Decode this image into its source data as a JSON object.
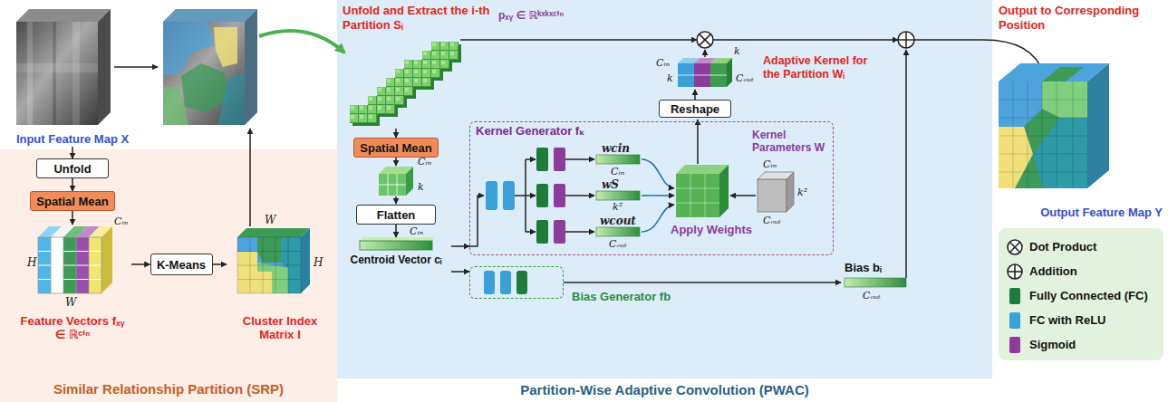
{
  "diagram": {
    "nodes": [
      {
        "text": [
          "Input Feature Map X"
        ]
      },
      {
        "text": [
          "Similar Relationship Partition (SRP)"
        ]
      },
      {
        "text": [
          "Unfold"
        ],
        "in": 1
      },
      {
        "text": [
          "Spatial Mean"
        ],
        "in": 1
      },
      {
        "text": [
          "Feature Vectors fₓᵧ ∈ ℝᶜⁱⁿ"
        ],
        "in": 1
      },
      {
        "text": [
          "K-Means"
        ],
        "in": 1
      },
      {
        "text": [
          "Cluster Index Matrix I"
        ],
        "in": 1
      },
      {
        "text": [
          "Partition-Wise Adaptive Convolution (PWAC)"
        ]
      },
      {
        "text": [
          "Unfold and Extract the i-th Partition Sᵢ",
          "pₓᵧ ∈ ℝᵏˣᵏˣᶜⁱⁿ"
        ],
        "in": 7
      },
      {
        "text": [
          "Spatial Mean"
        ],
        "in": 7
      },
      {
        "text": [
          "Flatten"
        ],
        "in": 7
      },
      {
        "text": [
          "Centroid Vector cᵢ"
        ],
        "in": 7
      },
      {
        "text": [
          "Kernel Generator fₖ"
        ],
        "in": 7
      },
      {
        "text": [
          "Reshape"
        ],
        "in": 7
      },
      {
        "text": [
          "Bias Generator fb"
        ],
        "in": 7
      },
      {
        "text": [
          "Bias bᵢ"
        ],
        "in": 7
      },
      {
        "text": [
          "Output Feature Map Y"
        ]
      }
    ],
    "edges": [
      {
        "from": 0,
        "to": 2,
        "arrow": "to"
      },
      {
        "from": 2,
        "to": 3,
        "arrow": "to"
      },
      {
        "from": 3,
        "to": 4,
        "arrow": "to"
      },
      {
        "from": 4,
        "to": 5,
        "arrow": "to"
      },
      {
        "from": 5,
        "to": 6,
        "arrow": "to"
      },
      {
        "from": 8,
        "to": 9,
        "arrow": "to"
      },
      {
        "from": 10,
        "to": 11,
        "arrow": "to"
      },
      {
        "from": 11,
        "to": 12,
        "arrow": "to"
      },
      {
        "from": 11,
        "to": 14,
        "arrow": "to"
      },
      {
        "from": 14,
        "to": 15,
        "arrow": "to"
      }
    ],
    "labels": [
      "H",
      "Cᵢₙ",
      "W",
      "H",
      "W",
      "Cᵢₙ",
      "k",
      "Cᵢₙ",
      "wcin",
      "Cᵢₙ",
      "wS",
      "k²",
      "wcout",
      "Cₒᵤₜ",
      "Apply Weights",
      "Kernel Parameters W",
      "Cᵢₙ",
      "k²",
      "Cₒᵤₜ",
      "Adaptive Kernel for the Partition Wᵢ",
      "Cᵢₙ",
      "k",
      "k",
      "Cₒᵤₜ",
      "Cₒᵤₜ",
      "Output to Corresponding Position"
    ],
    "legend": [
      {
        "text": "Dot Product"
      },
      {
        "text": "Addition"
      },
      {
        "text": "Fully Connected (FC)",
        "color": "#1e7b3a"
      },
      {
        "text": "FC with ReLU",
        "color": "#3aa0d8"
      },
      {
        "text": "Sigmoid",
        "color": "#8e3b9b"
      }
    ]
  }
}
